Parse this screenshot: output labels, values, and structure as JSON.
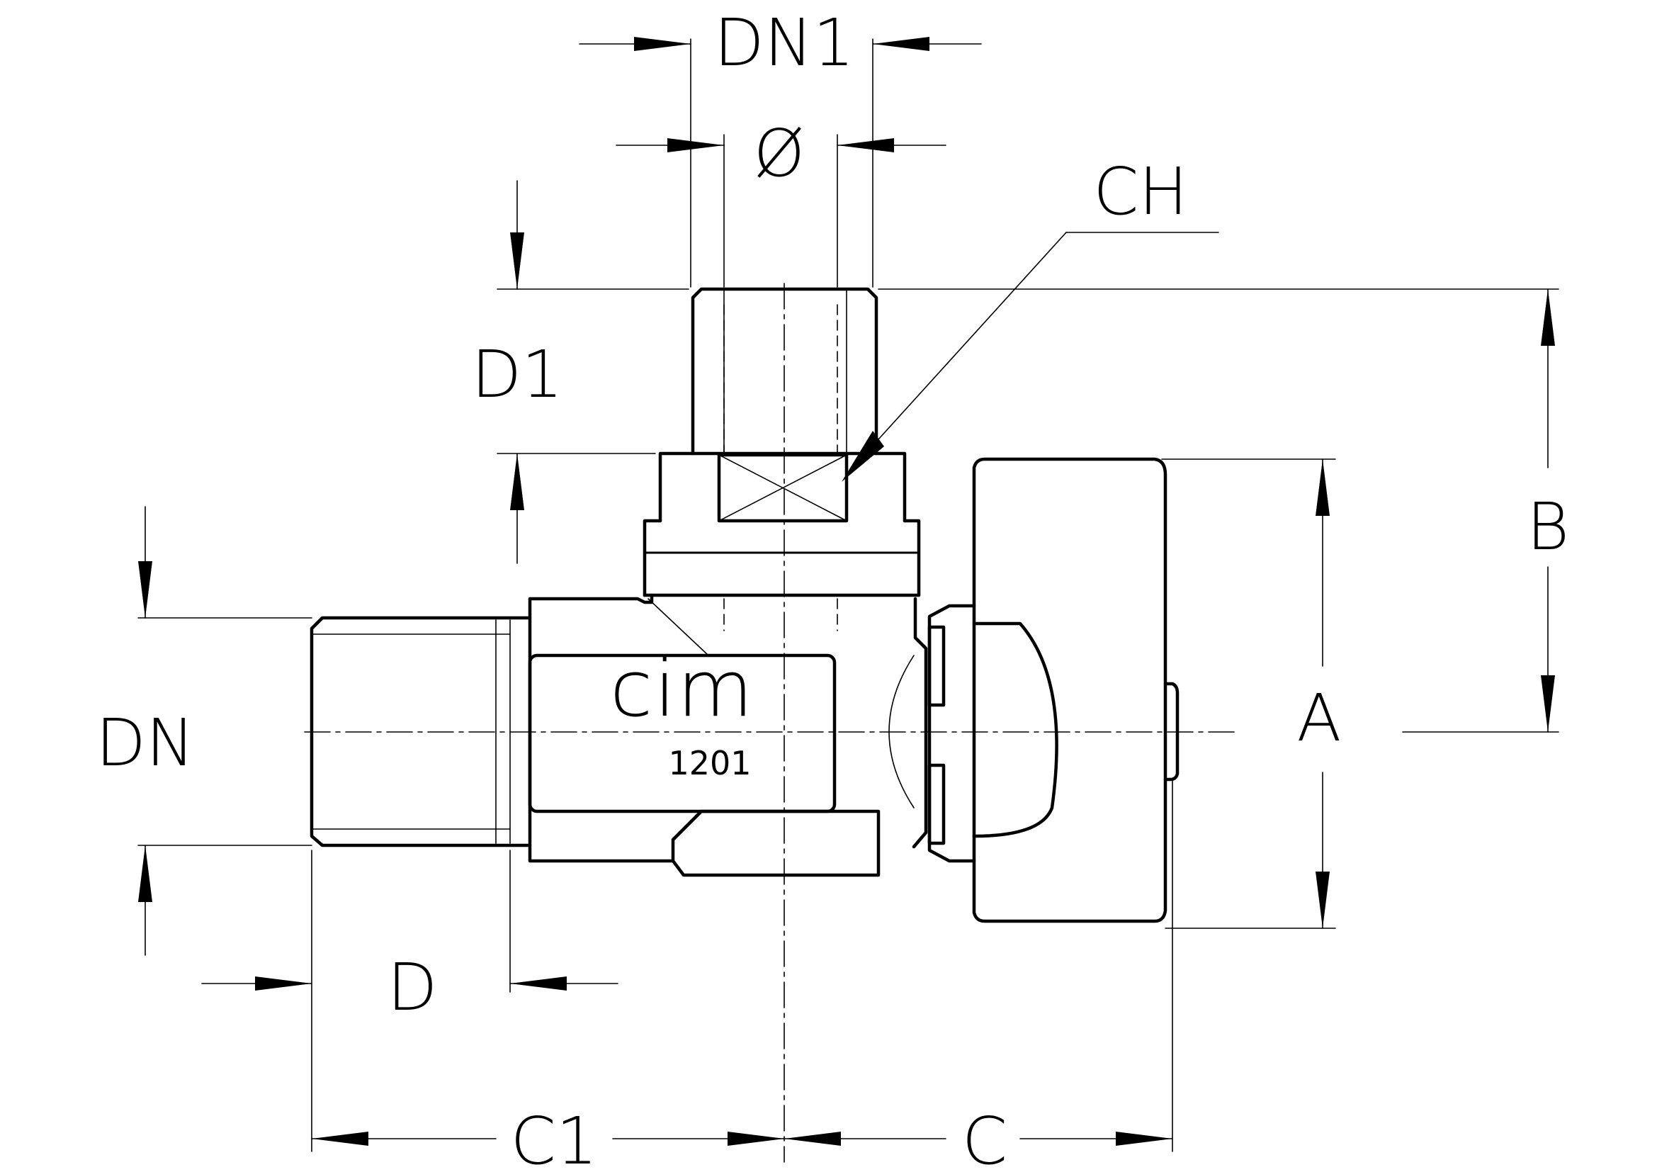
{
  "labels": {
    "dn1": "DN1",
    "diameter": "Ø",
    "ch": "CH",
    "d1": "D1",
    "b": "B",
    "a": "A",
    "dn": "DN",
    "d": "D",
    "c1": "C1",
    "c": "C"
  },
  "body_marking": {
    "logo": "cim",
    "model": "1201"
  },
  "colors": {
    "line": "#000000",
    "background": "#ffffff"
  }
}
